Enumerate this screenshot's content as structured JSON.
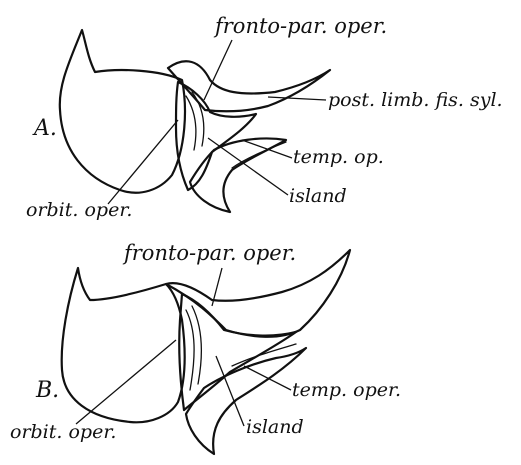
{
  "panels": [
    {
      "letter": "A.",
      "labels": {
        "fronto_parietal": "fronto-par. oper.",
        "post_limb": "post. limb. fis. syl.",
        "temporal": "temp. op.",
        "island": "island",
        "orbital": "orbit. oper."
      }
    },
    {
      "letter": "B.",
      "labels": {
        "fronto_parietal": "fronto-par. oper.",
        "temporal": "temp. oper.",
        "island": "island",
        "orbital": "orbit. oper."
      }
    }
  ]
}
